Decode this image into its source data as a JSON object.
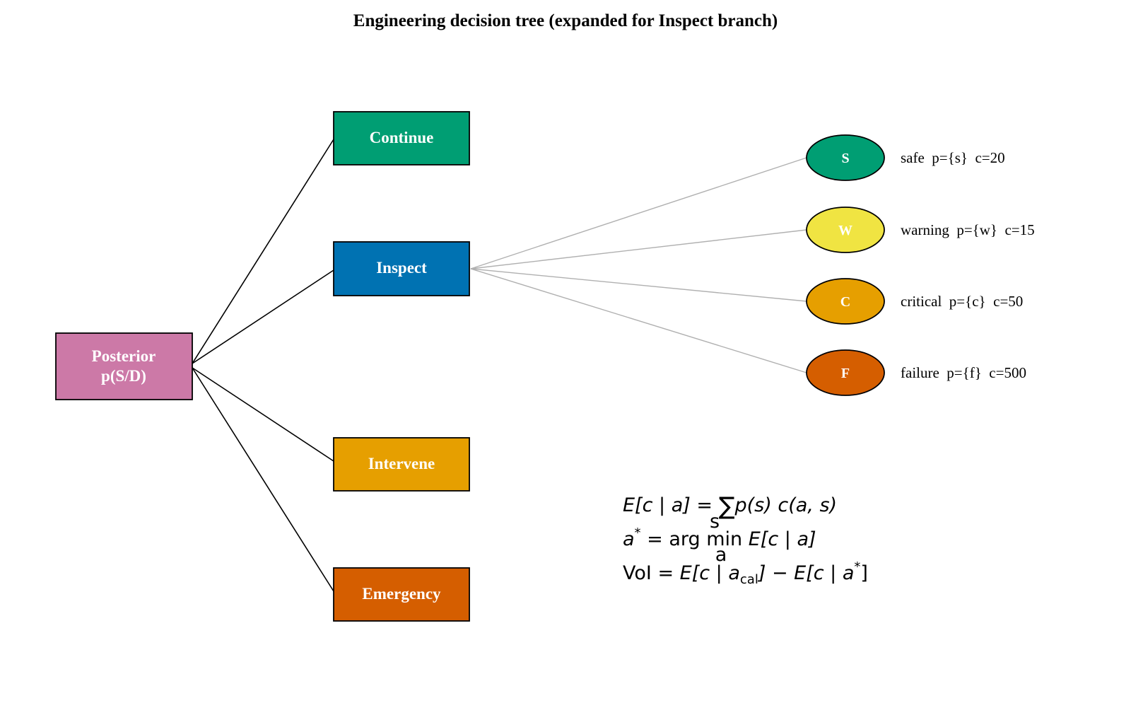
{
  "title": "Engineering decision tree (expanded for Inspect branch)",
  "root": {
    "line1": "Posterior",
    "line2": "p(S/D)",
    "color": "#cc79a7"
  },
  "actions": [
    {
      "label": "Continue",
      "color": "#009e73"
    },
    {
      "label": "Inspect",
      "color": "#0072b2"
    },
    {
      "label": "Intervene",
      "color": "#e69f00"
    },
    {
      "label": "Emergency",
      "color": "#d55e00"
    }
  ],
  "expanded_branch": "Inspect",
  "outcomes": [
    {
      "letter": "S",
      "text": "safe  p={s}  c=20",
      "color": "#009e73"
    },
    {
      "letter": "W",
      "text": "warning  p={w}  c=15",
      "color": "#f0e442"
    },
    {
      "letter": "C",
      "text": "critical  p={c}  c=50",
      "color": "#e69f00"
    },
    {
      "letter": "F",
      "text": "failure  p={f}  c=500",
      "color": "#d55e00"
    }
  ],
  "equations": {
    "eq1": {
      "lhs": "E[c | a] = ",
      "sum": "∑",
      "sum_index": "s",
      "rhs": "p(s) c(a, s)"
    },
    "eq2": {
      "lhs": "a",
      "sup": "*",
      "mid": " = arg ",
      "op": "min",
      "op_index": "a",
      "rhs": " E[c | a]"
    },
    "eq3": {
      "lhs": "VoI = ",
      "part1": "E[c | a",
      "sub": "cal",
      "part2": "] − E[c | a",
      "sup": "*",
      "part3": "]"
    }
  },
  "colors": {
    "edge_primary": "#000000",
    "edge_expanded": "#b0b0b0"
  }
}
